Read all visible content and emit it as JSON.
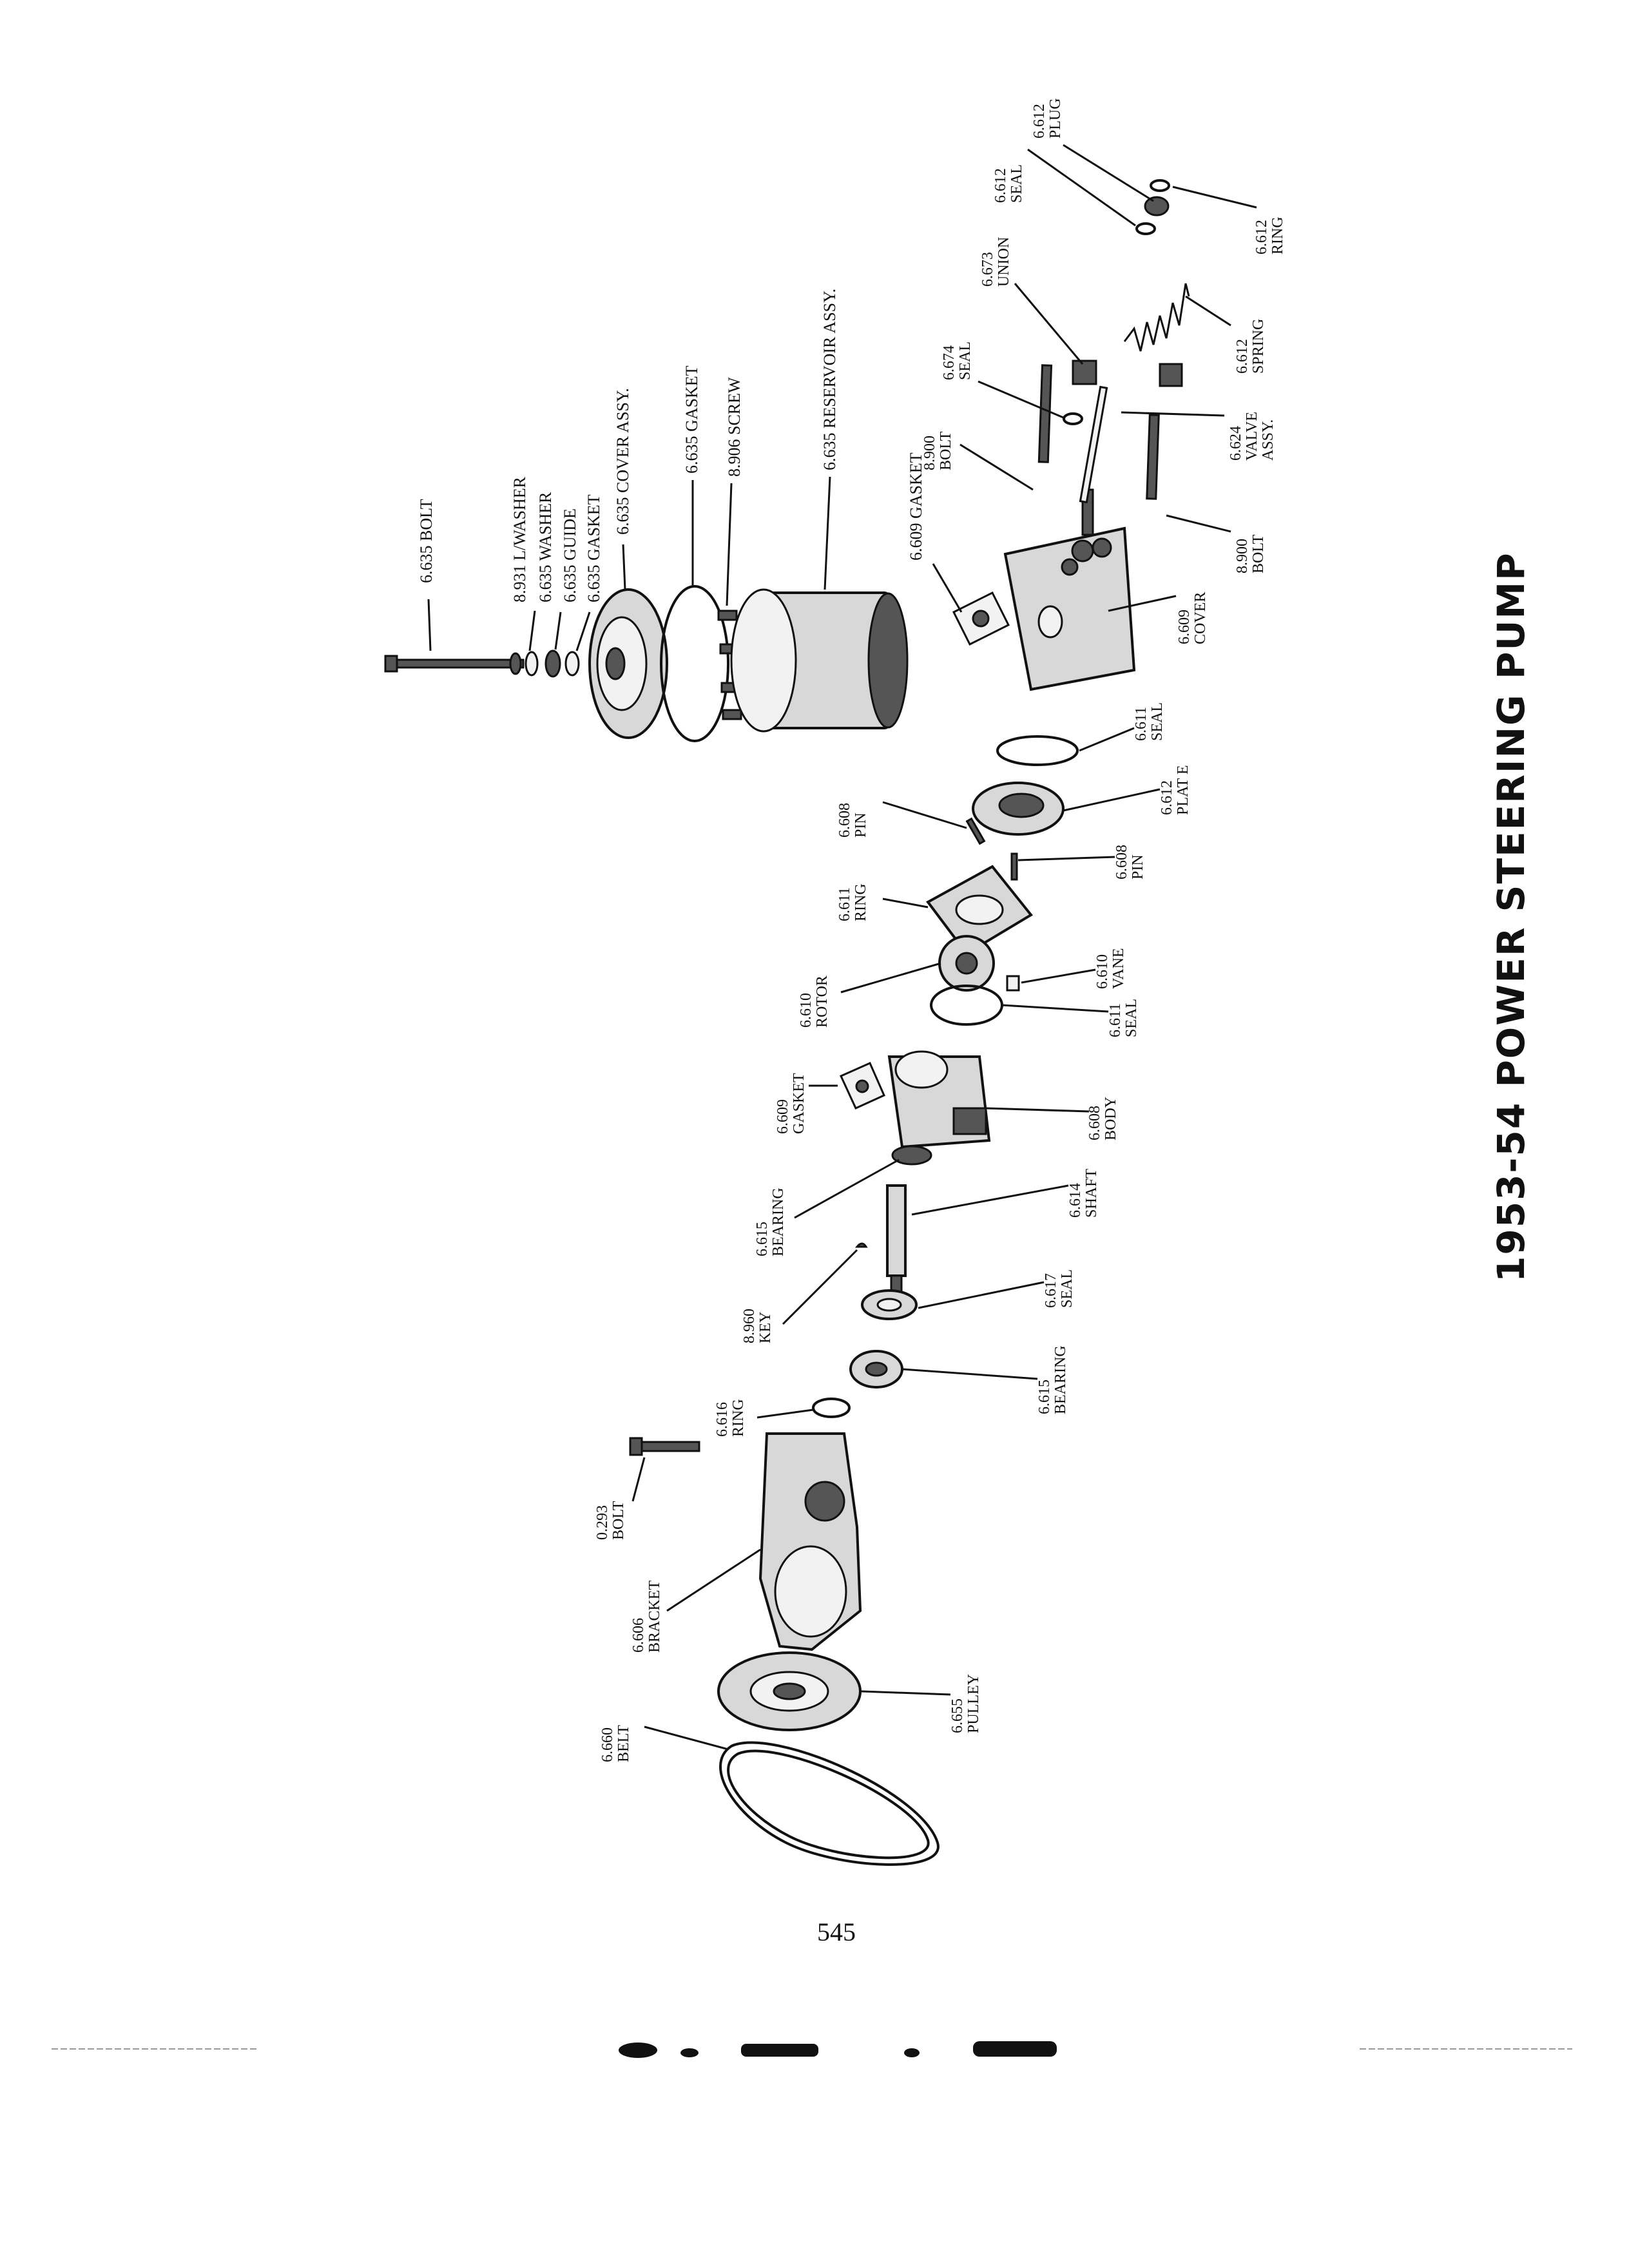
{
  "title": "1953-54 POWER STEERING PUMP",
  "page_number": "545",
  "callouts": {
    "bolt_6635": "6.635 BOLT",
    "lwasher_8931": "8.931 L/WASHER",
    "washer_6635": "6.635 WASHER",
    "guide_6635": "6.635 GUIDE",
    "gasket_6635a": "6.635 GASKET",
    "cover_assy_6635": "6.635 COVER ASSY.",
    "gasket_6635b": "6.635 GASKET",
    "screw_8906": "8.906 SCREW",
    "reservoir_assy_6635": "6.635 RESERVOIR ASSY.",
    "gasket_6609a": "6.609 GASKET",
    "bolt_8900a": [
      "8.900",
      "BOLT"
    ],
    "seal_6674": [
      "6.674",
      "SEAL"
    ],
    "union_6673": [
      "6.673",
      "UNION"
    ],
    "seal_6612": [
      "6.612",
      "SEAL"
    ],
    "plug_6612": [
      "6.612",
      "PLUG"
    ],
    "ring_6612": [
      "6.612",
      "RING"
    ],
    "spring_6612": [
      "6.612",
      "SPRING"
    ],
    "valve_assy_6624": [
      "6.624",
      "VALVE",
      "ASSY."
    ],
    "bolt_8900b": [
      "8.900",
      "BOLT"
    ],
    "cover_6609": [
      "6.609",
      "COVER"
    ],
    "seal_6611a": [
      "6.611",
      "SEAL"
    ],
    "plate_6612": [
      "6.612",
      "PLAT E"
    ],
    "pin_6608a": [
      "6.608",
      "PIN"
    ],
    "pin_6608b": [
      "6.608",
      "PIN"
    ],
    "ring_6611": [
      "6.611",
      "RING"
    ],
    "vane_6610": [
      "6.610",
      "VANE"
    ],
    "rotor_6610": [
      "6.610",
      "ROTOR"
    ],
    "seal_6611b": [
      "6.611",
      "SEAL"
    ],
    "gasket_6609b": [
      "6.609",
      "GASKET"
    ],
    "body_6608": [
      "6.608",
      "BODY"
    ],
    "bearing_6615a": [
      "6.615",
      "BEARING"
    ],
    "shaft_6614": [
      "6.614",
      "SHAFT"
    ],
    "key_8960": [
      "8.960",
      "KEY"
    ],
    "seal_6617": [
      "6.617",
      "SEAL"
    ],
    "bearing_6615b": [
      "6.615",
      "BEARING"
    ],
    "ring_6616": [
      "6.616",
      "RING"
    ],
    "bolt_0293": [
      "0.293",
      "BOLT"
    ],
    "bracket_6606": [
      "6.606",
      "BRACKET"
    ],
    "pulley_6655": [
      "6.655",
      "PULLEY"
    ],
    "belt_6660": [
      "6.660",
      "BELT"
    ]
  }
}
